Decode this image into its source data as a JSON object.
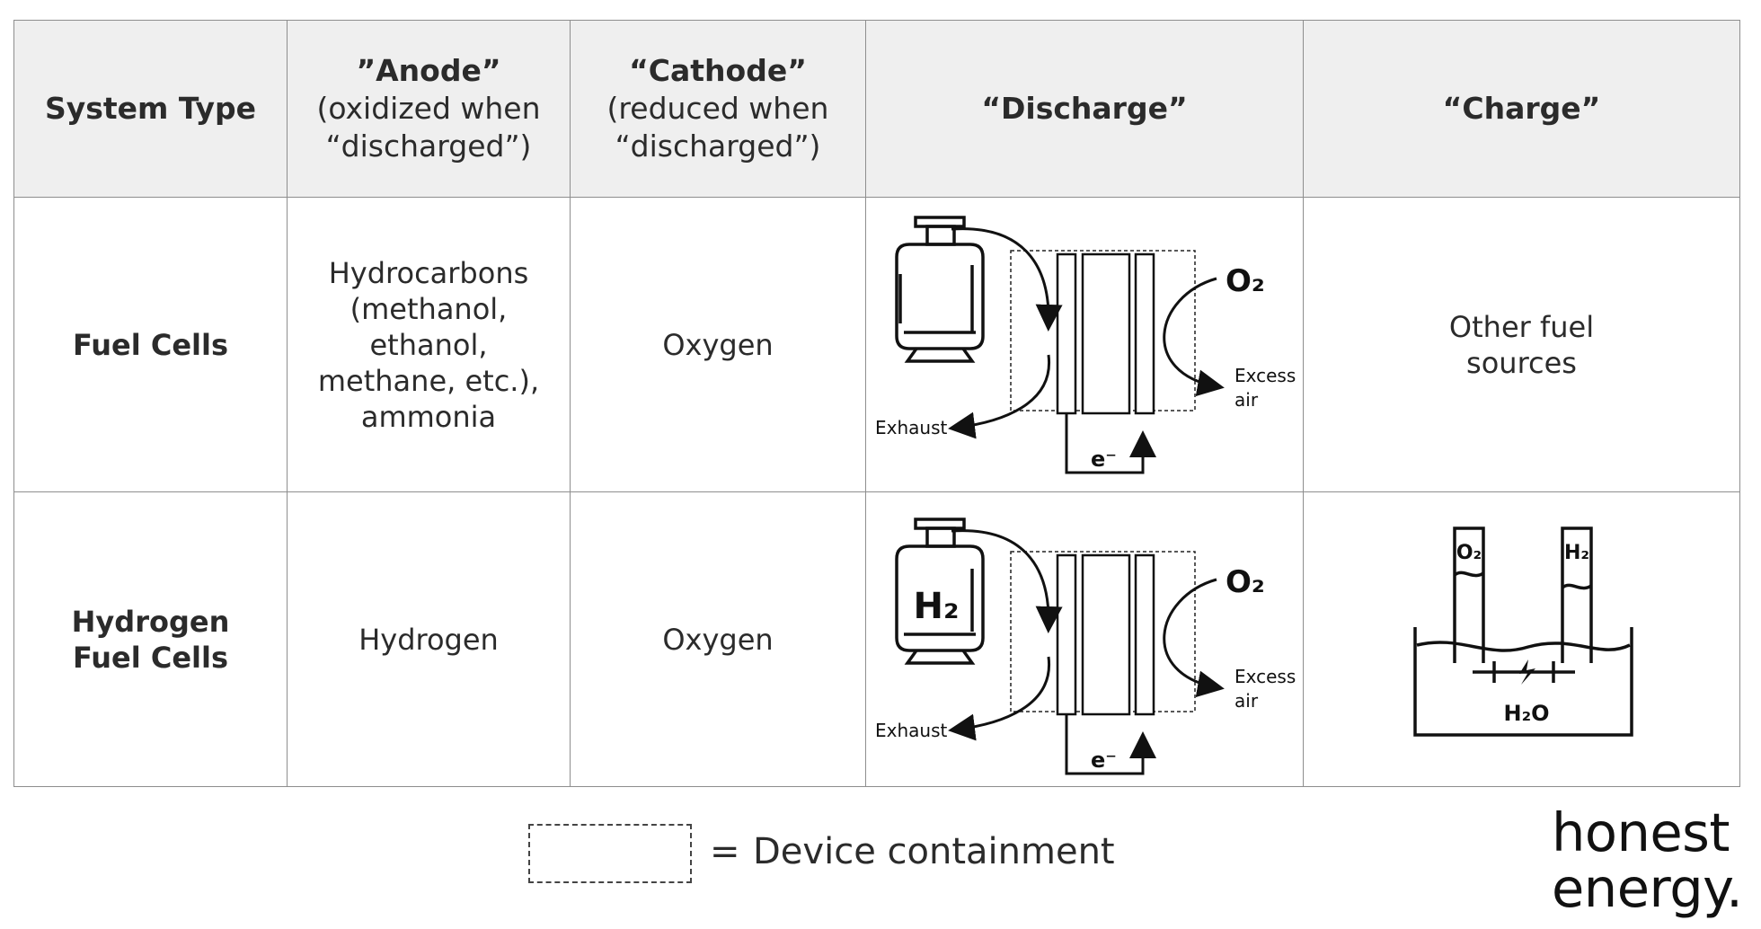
{
  "header": {
    "system_type": "System Type",
    "anode_title": "”Anode”",
    "anode_sub": "(oxidized when “discharged”)",
    "cathode_title": "“Cathode”",
    "cathode_sub": "(reduced when “discharged”)",
    "discharge": "“Discharge”",
    "charge": "“Charge”"
  },
  "rows": [
    {
      "system_type": "Fuel Cells",
      "anode": "Hydrocarbons (methanol, ethanol, methane, etc.), ammonia",
      "cathode": "Oxygen",
      "diagram": {
        "oxidant_label": "O₂",
        "excess_label_1": "Excess",
        "excess_label_2": "air",
        "exhaust_label": "Exhaust",
        "electron_label": "e⁻",
        "tank_label": ""
      },
      "charge": "Other fuel sources"
    },
    {
      "system_type": "Hydrogen Fuel Cells",
      "anode": "Hydrogen",
      "cathode": "Oxygen",
      "diagram": {
        "oxidant_label": "O₂",
        "excess_label_1": "Excess",
        "excess_label_2": "air",
        "exhaust_label": "Exhaust",
        "electron_label": "e⁻",
        "tank_label": "H₂"
      },
      "charge_diagram": {
        "left_tube": "O₂",
        "right_tube": "H₂",
        "water": "H₂O"
      }
    }
  ],
  "legend": {
    "equals": "=",
    "text": "Device containment"
  },
  "logo": {
    "line1": "honest",
    "line2": "energy."
  }
}
